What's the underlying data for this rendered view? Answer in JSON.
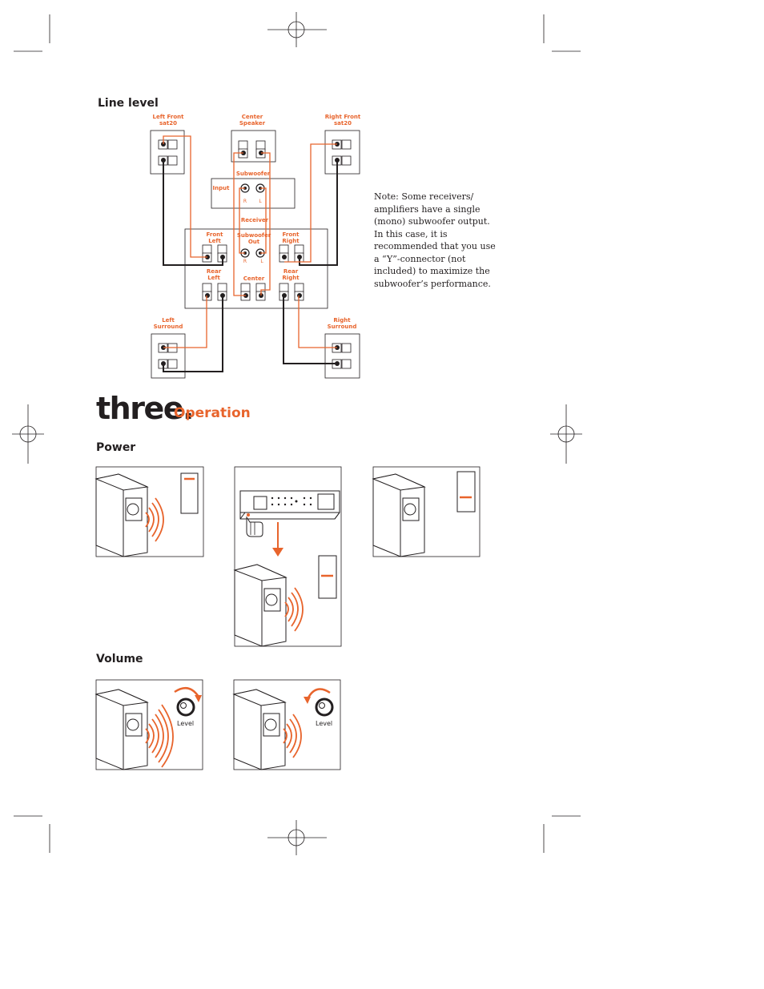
{
  "headings": {
    "line_level": "Line level",
    "power": "Power",
    "volume": "Volume"
  },
  "section": {
    "title": "three.",
    "subtitle": "Operation"
  },
  "note": "Note: Some receivers/ amplifiers have a single (mono) subwoofer output. In this case, it is recommended that you use a “Y”-connector (not included) to maximize the subwoofer’s performance.",
  "diagram_labels": {
    "left_front": "Left Front\nsat20",
    "center_speaker": "Center\nSpeaker",
    "right_front": "Right Front\nsat20",
    "subwoofer": "Subwoofer",
    "input": "Input",
    "sub_r": "R",
    "sub_l": "L",
    "receiver": "Receiver",
    "front_left": "Front\nLeft",
    "subwoofer_out": "Subwoofer\nOut",
    "front_right": "Front\nRight",
    "out_r": "R",
    "out_l": "L",
    "rear_left": "Rear\nLeft",
    "center": "Center",
    "rear_right": "Rear\nRight",
    "left_surround": "Left\nSurround",
    "right_surround": "Right\nSurround"
  },
  "volume_labels": {
    "level_1": "Level",
    "level_2": "Level"
  },
  "colors": {
    "accent": "#e8642c",
    "text": "#231f20"
  }
}
